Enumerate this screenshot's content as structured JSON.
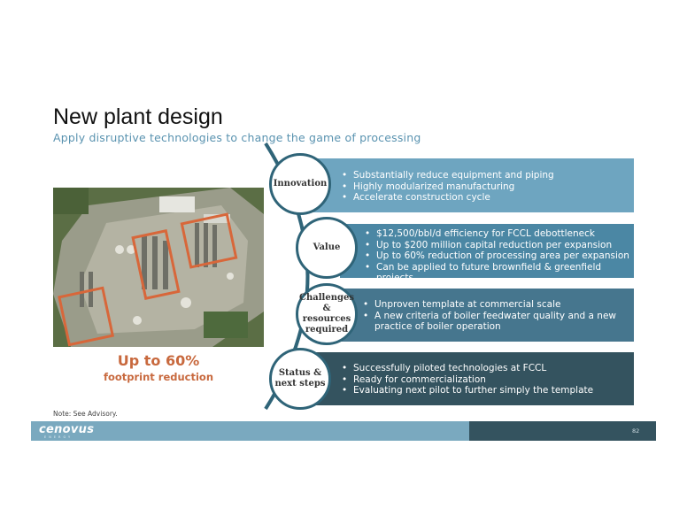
{
  "slide": {
    "title": "New plant design",
    "subtitle": "Apply disruptive technologies to change the game of processing"
  },
  "highlight": {
    "big": "Up to 60%",
    "small": "footprint reduction"
  },
  "note": "Note:  See Advisory.",
  "sections": [
    {
      "label": "Innovation",
      "bullets": [
        "Substantially reduce equipment and piping",
        "Highly modularized manufacturing",
        "Accelerate construction cycle"
      ]
    },
    {
      "label": "Value",
      "bullets": [
        "$12,500/bbl/d efficiency for FCCL debottleneck",
        "Up to $200 million capital reduction per expansion",
        "Up to 60% reduction of processing area per expansion",
        "Can be applied to future brownfield & greenfield projects"
      ]
    },
    {
      "label_lines": [
        "Challenges",
        "& resources",
        "required"
      ],
      "bullets": [
        "Unproven template at commercial scale",
        "A new criteria of boiler feedwater quality and a new practice of boiler operation"
      ]
    },
    {
      "label_lines": [
        "Status &",
        "next steps"
      ],
      "bullets": [
        "Successfully piloted technologies at FCCL",
        "Ready for commercialization",
        "Evaluating next pilot to further simply the template"
      ]
    }
  ],
  "footer": {
    "logo": "cenovus",
    "logo_sub": "ENERGY",
    "page": "82"
  },
  "colors": {
    "accent_title": "#5a93b0",
    "highlight": "#c8693e",
    "box1": "#6ea5c0",
    "box2": "#4b87a4",
    "box3": "#46768e",
    "box4": "#34535f"
  }
}
